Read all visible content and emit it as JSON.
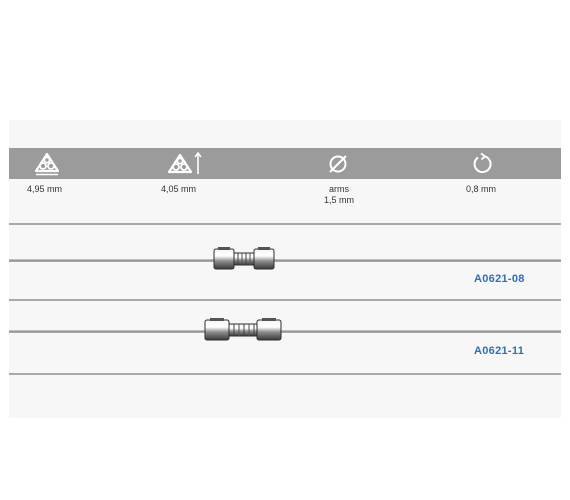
{
  "specs": {
    "width_value": "4,95 mm",
    "height_value": "4,05 mm",
    "diameter_label": "arms",
    "diameter_value": "1,5 mm",
    "activation_value": "0,8 mm"
  },
  "products": [
    {
      "code": "A0621-08"
    },
    {
      "code": "A0621-11"
    }
  ],
  "colors": {
    "header": "#9b9b9b",
    "code_blue": "#2f6fb6",
    "divider": "#a9a9a9"
  }
}
